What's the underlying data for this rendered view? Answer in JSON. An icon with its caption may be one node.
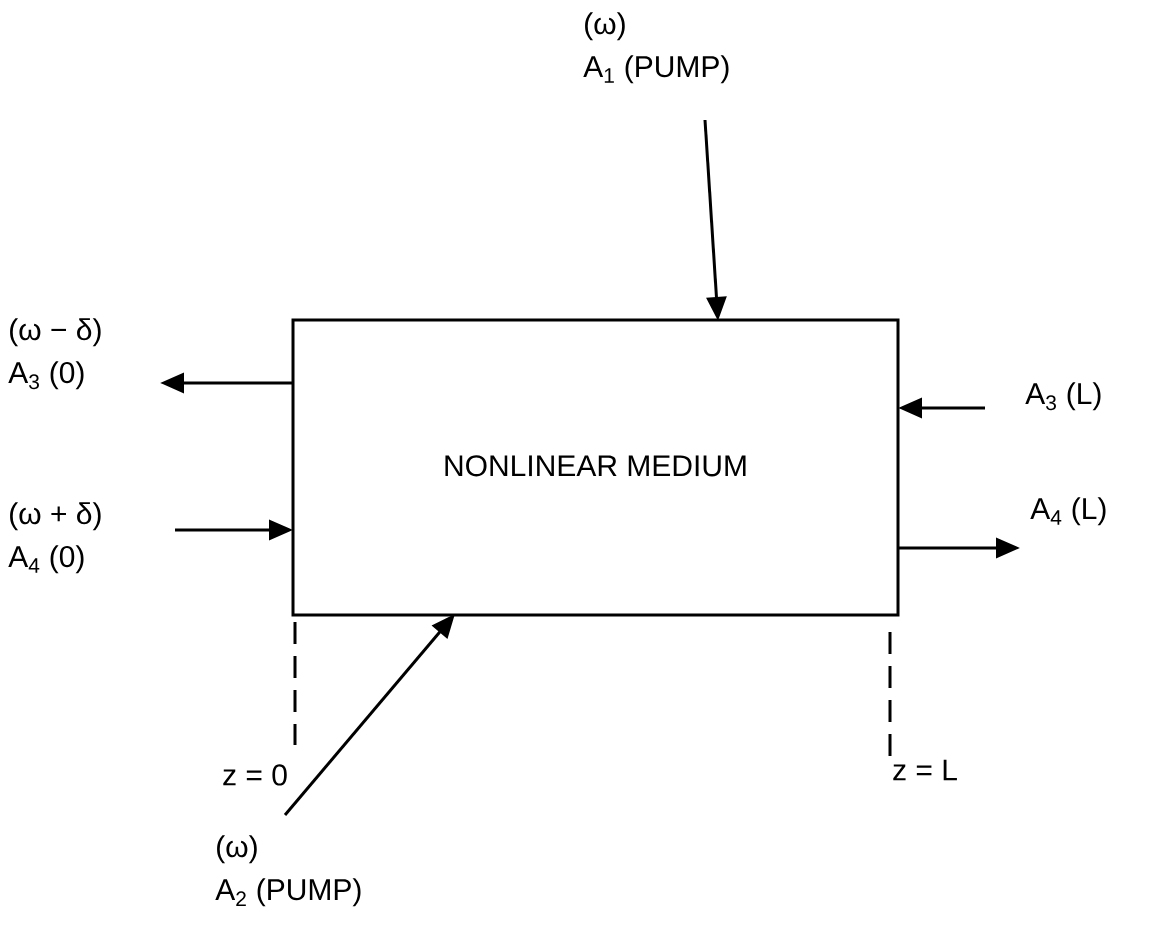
{
  "diagram": {
    "nodes": [
      {
        "text": [
          "NONLINEAR MEDIUM"
        ]
      },
      {
        "text": [
          "(ω)",
          "A$_{1}$ (PUMP)"
        ]
      },
      {
        "text": [
          "(ω − δ)",
          "A$_{3}$ (0)"
        ]
      },
      {
        "text": [
          "A$_{3}$ (L)"
        ]
      },
      {
        "text": [
          "(ω + δ)",
          "A$_{4}$ (0)"
        ]
      },
      {
        "text": [
          "A$_{4}$ (L)"
        ]
      },
      {
        "text": [
          "(ω)",
          "A$_{2}$ (PUMP)"
        ]
      }
    ],
    "edges": [
      {
        "from": 1,
        "to": 0,
        "arrow": "to"
      },
      {
        "from": 0,
        "to": 2,
        "arrow": "to"
      },
      {
        "from": 3,
        "to": 0,
        "arrow": "to"
      },
      {
        "from": 4,
        "to": 0,
        "arrow": "to"
      },
      {
        "from": 0,
        "to": 5,
        "arrow": "to"
      },
      {
        "from": 6,
        "to": 0,
        "arrow": "to"
      }
    ],
    "labels": [
      "z = 0",
      "z = L"
    ]
  }
}
